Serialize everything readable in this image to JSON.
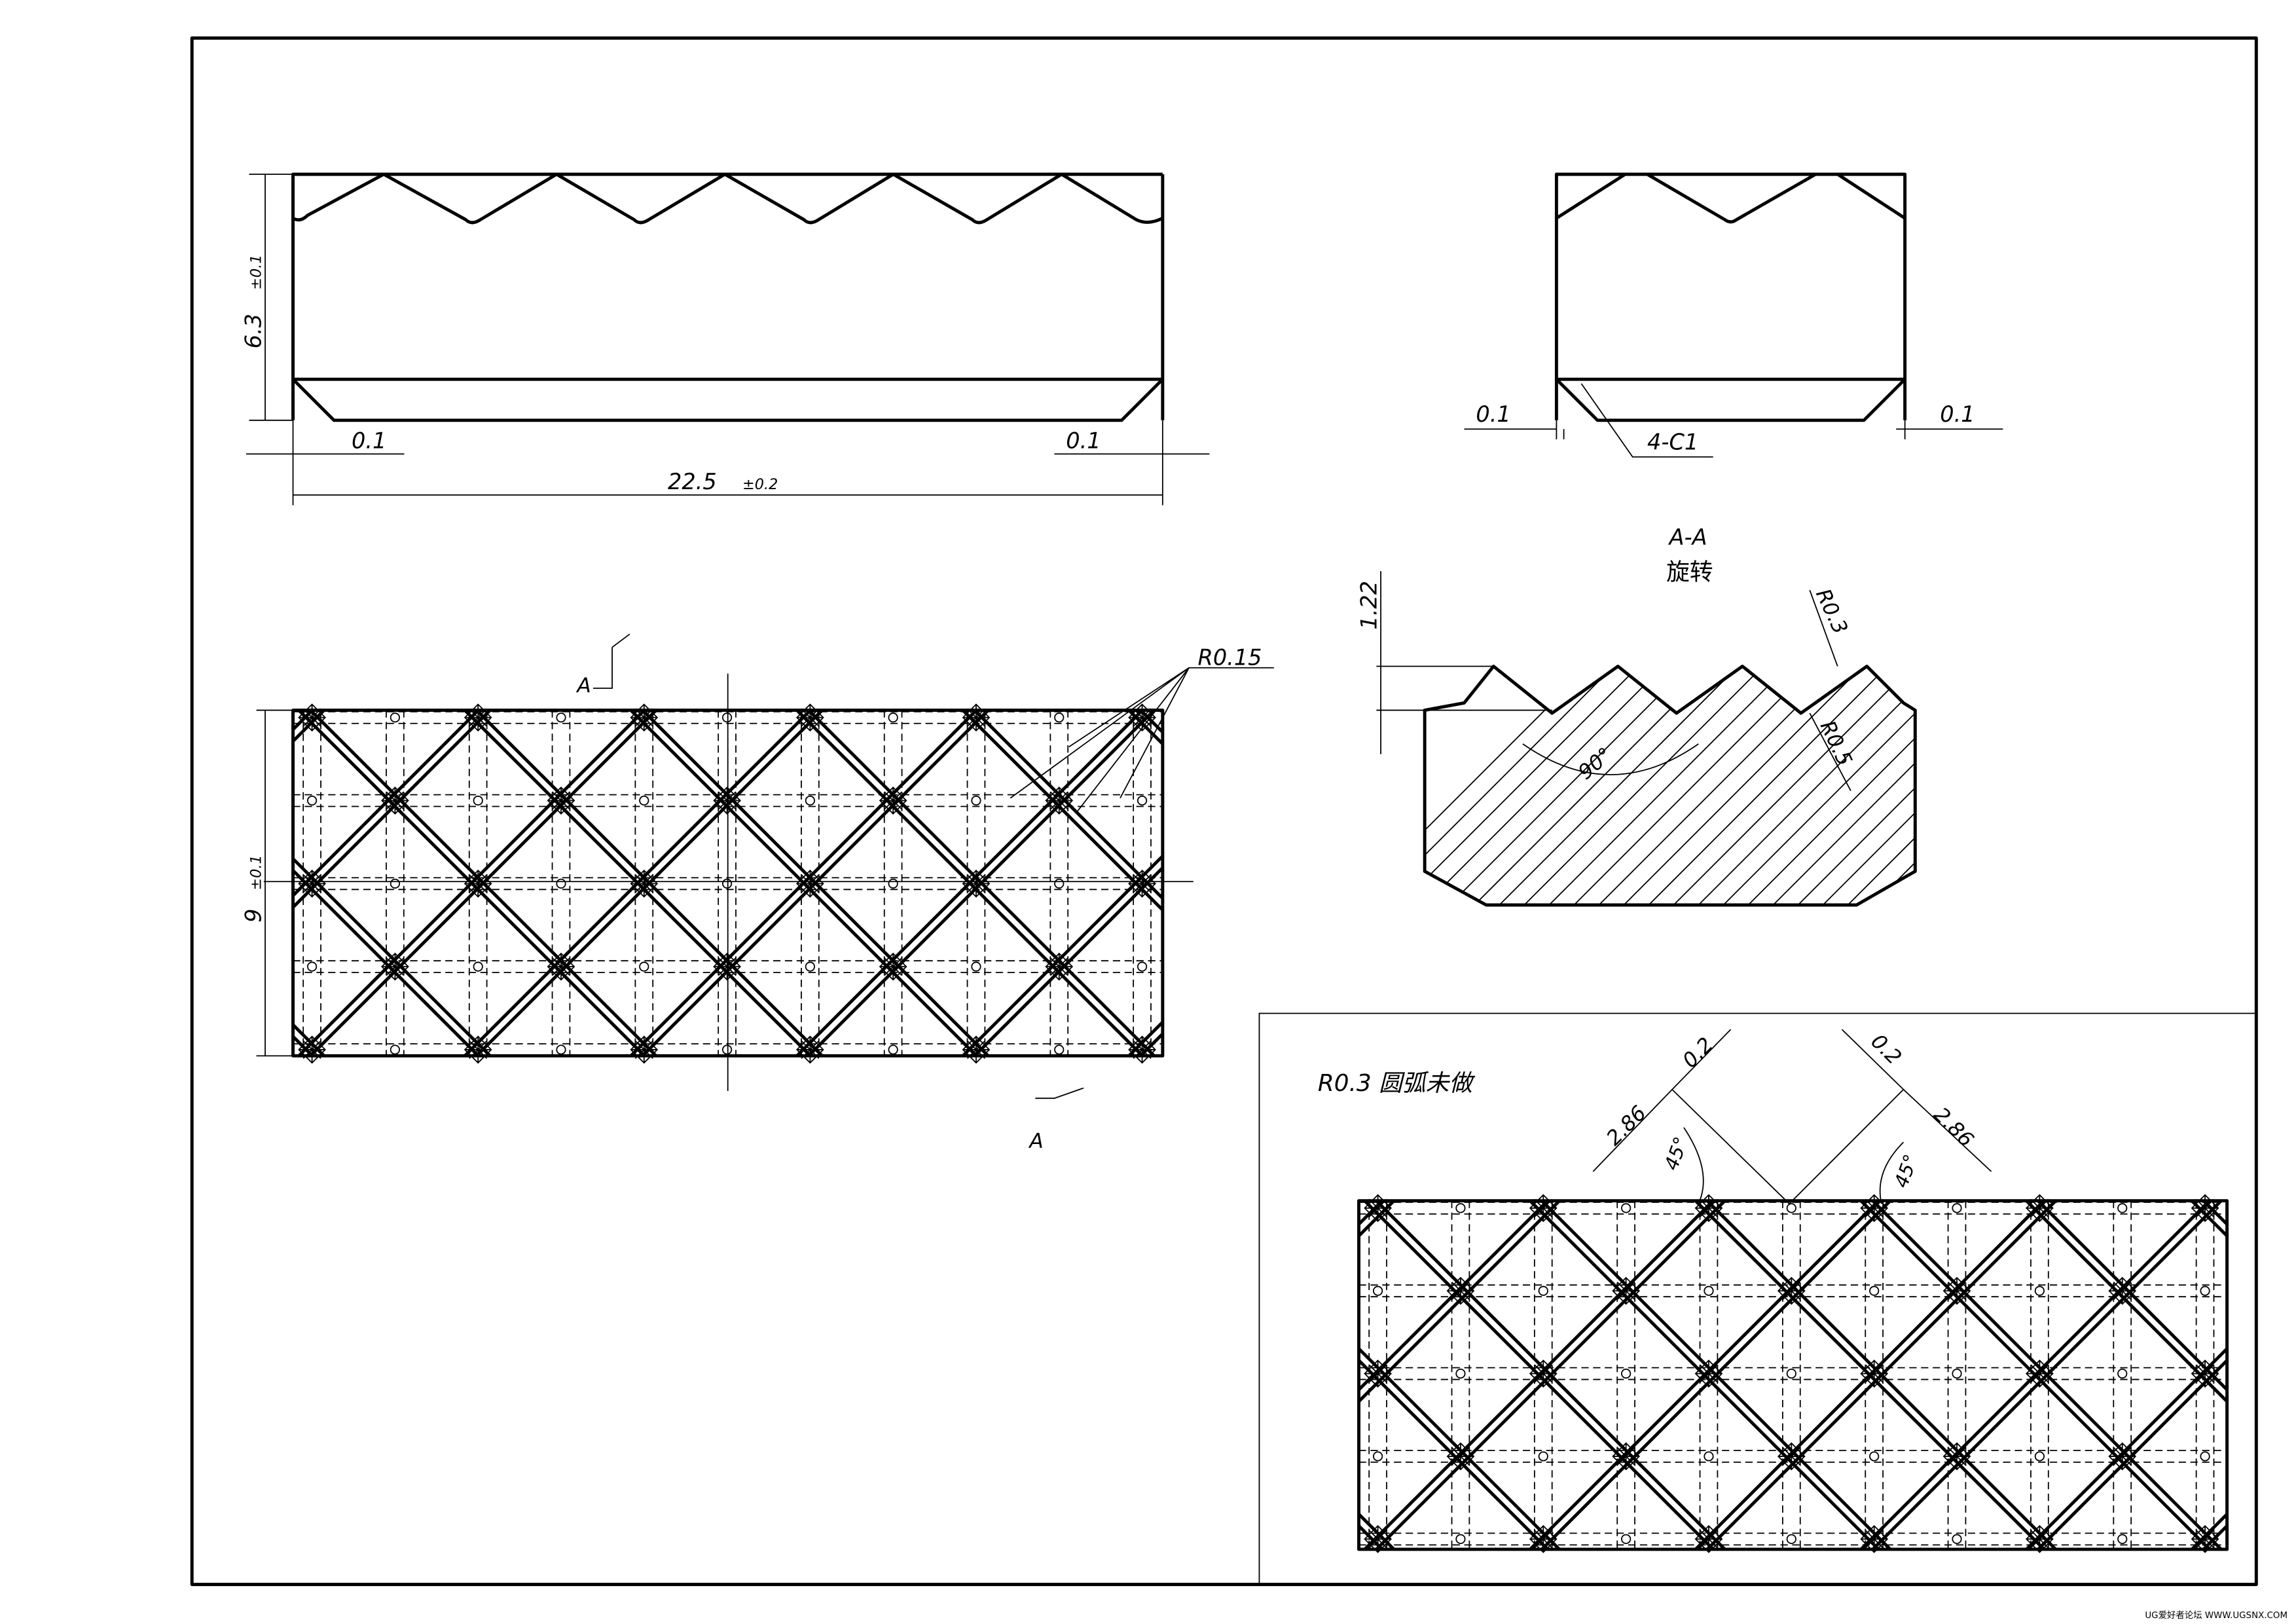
{
  "front_view": {
    "height_dim": "6.3",
    "height_tol": "±0.1",
    "width_dim": "22.5",
    "width_tol": "±0.2",
    "offset_left": "0.1",
    "offset_right": "0.1"
  },
  "side_view": {
    "offset_left": "0.1",
    "offset_right": "0.1",
    "chamfer": "4-C1"
  },
  "section_view": {
    "title": "A-A",
    "subtitle": "旋转",
    "depth_dim": "1.22",
    "tip_radius": "R0.3",
    "root_radius": "R0.5",
    "angle": "90°"
  },
  "top_view": {
    "width_dim": "9",
    "width_tol": "±0.1",
    "radius_note": "R0.15",
    "section_mark_top": "A",
    "section_mark_bottom": "A"
  },
  "detail_view": {
    "note": "R0.3 圆弧未做",
    "dim_left_len": "2.86",
    "dim_left_gap": "0.2",
    "dim_left_angle": "45°",
    "dim_right_len": "2.86",
    "dim_right_gap": "0.2",
    "dim_right_angle": "45°"
  },
  "watermark": "UG爱好者论坛 WWW.UGSNX.COM"
}
